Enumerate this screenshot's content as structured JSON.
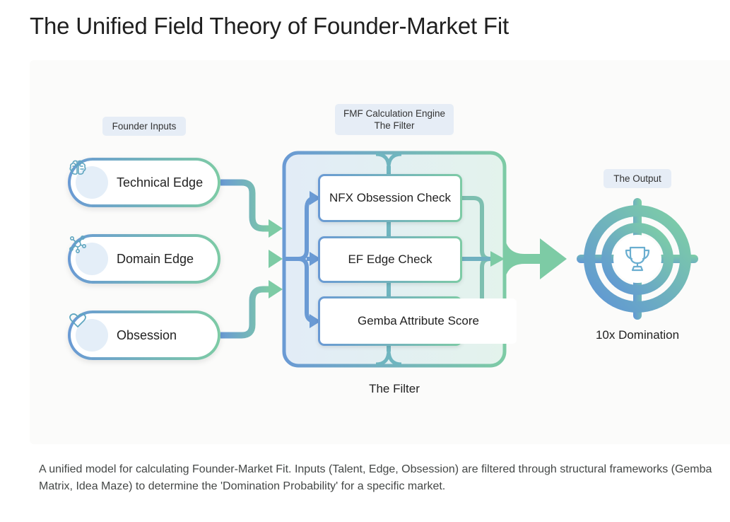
{
  "title": "The Unified Field Theory of Founder-Market Fit",
  "diagram": {
    "sections": {
      "inputs_tag": "Founder Inputs",
      "engine_tag_line1": "FMF Calculation Engine",
      "engine_tag_line2": "The Filter",
      "output_tag": "The Output"
    },
    "inputs": [
      {
        "label": "Technical Edge",
        "icon": "brain-icon"
      },
      {
        "label": "Domain Edge",
        "icon": "network-icon"
      },
      {
        "label": "Obsession",
        "icon": "heart-icon"
      }
    ],
    "checks": [
      {
        "label": "NFX Obsession Check"
      },
      {
        "label": "EF Edge Check"
      },
      {
        "label": "Gemba Attribute Score"
      }
    ],
    "filter_label": "The Filter",
    "output": {
      "label": "10x Domination",
      "icon": "trophy-target-icon"
    },
    "colors": {
      "blue": "#6a9ad4",
      "green": "#7dcba5",
      "panel": "#e8f1f6"
    }
  },
  "caption": "A unified model for calculating Founder-Market Fit. Inputs (Talent, Edge, Obsession) are filtered through structural frameworks (Gemba Matrix, Idea Maze) to determine the 'Domination Probability' for a specific market."
}
